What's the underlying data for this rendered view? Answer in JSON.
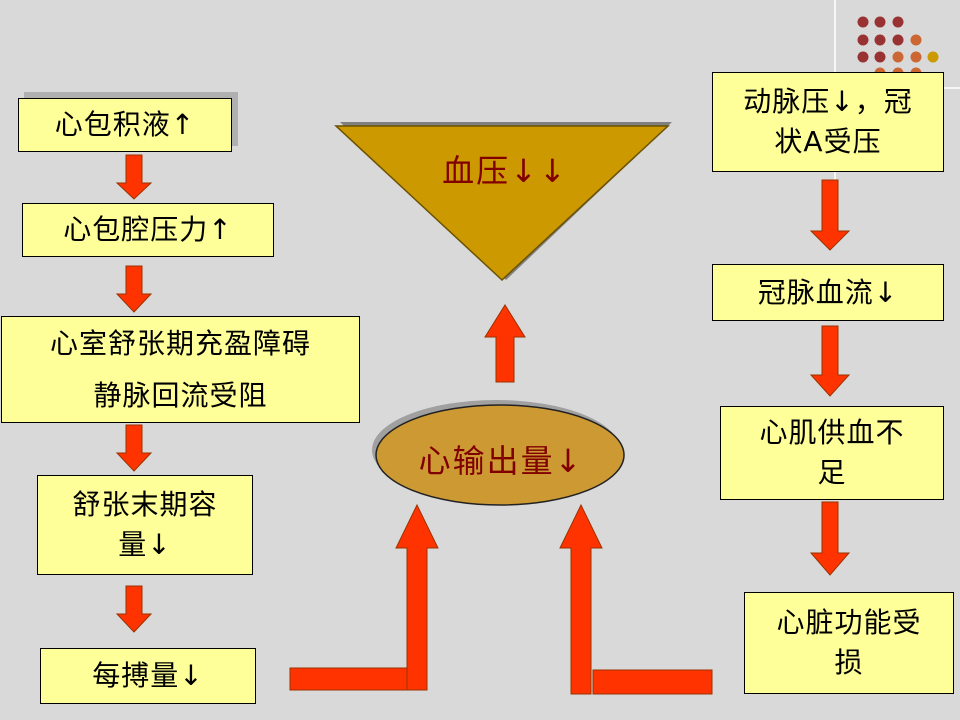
{
  "left_chain": {
    "box1": "心包积液↑",
    "box2": "心包腔压力↑",
    "box3_line1": "心室舒张期充盈障碍",
    "box3_line2": "静脉回流受阻",
    "box4_line1": "舒张末期容",
    "box4_line2": "量↓",
    "box5": "每搏量↓"
  },
  "center": {
    "triangle_label": "血压↓↓",
    "oval_label": "心输出量↓"
  },
  "right_chain": {
    "box1_line1": "动脉压↓，冠",
    "box1_line2": "状A受压",
    "box2": "冠脉血流↓",
    "box3_line1": "心肌供血不",
    "box3_line2": "足",
    "box4_line1": "心脏功能受",
    "box4_line2": "损"
  },
  "colors": {
    "box_fill": "#ffff99",
    "arrow_fill": "#ff3300",
    "triangle_fill": "#cc9900",
    "oval_fill": "#cc9933",
    "label_text": "#800000",
    "background": "#d9d9d9"
  }
}
